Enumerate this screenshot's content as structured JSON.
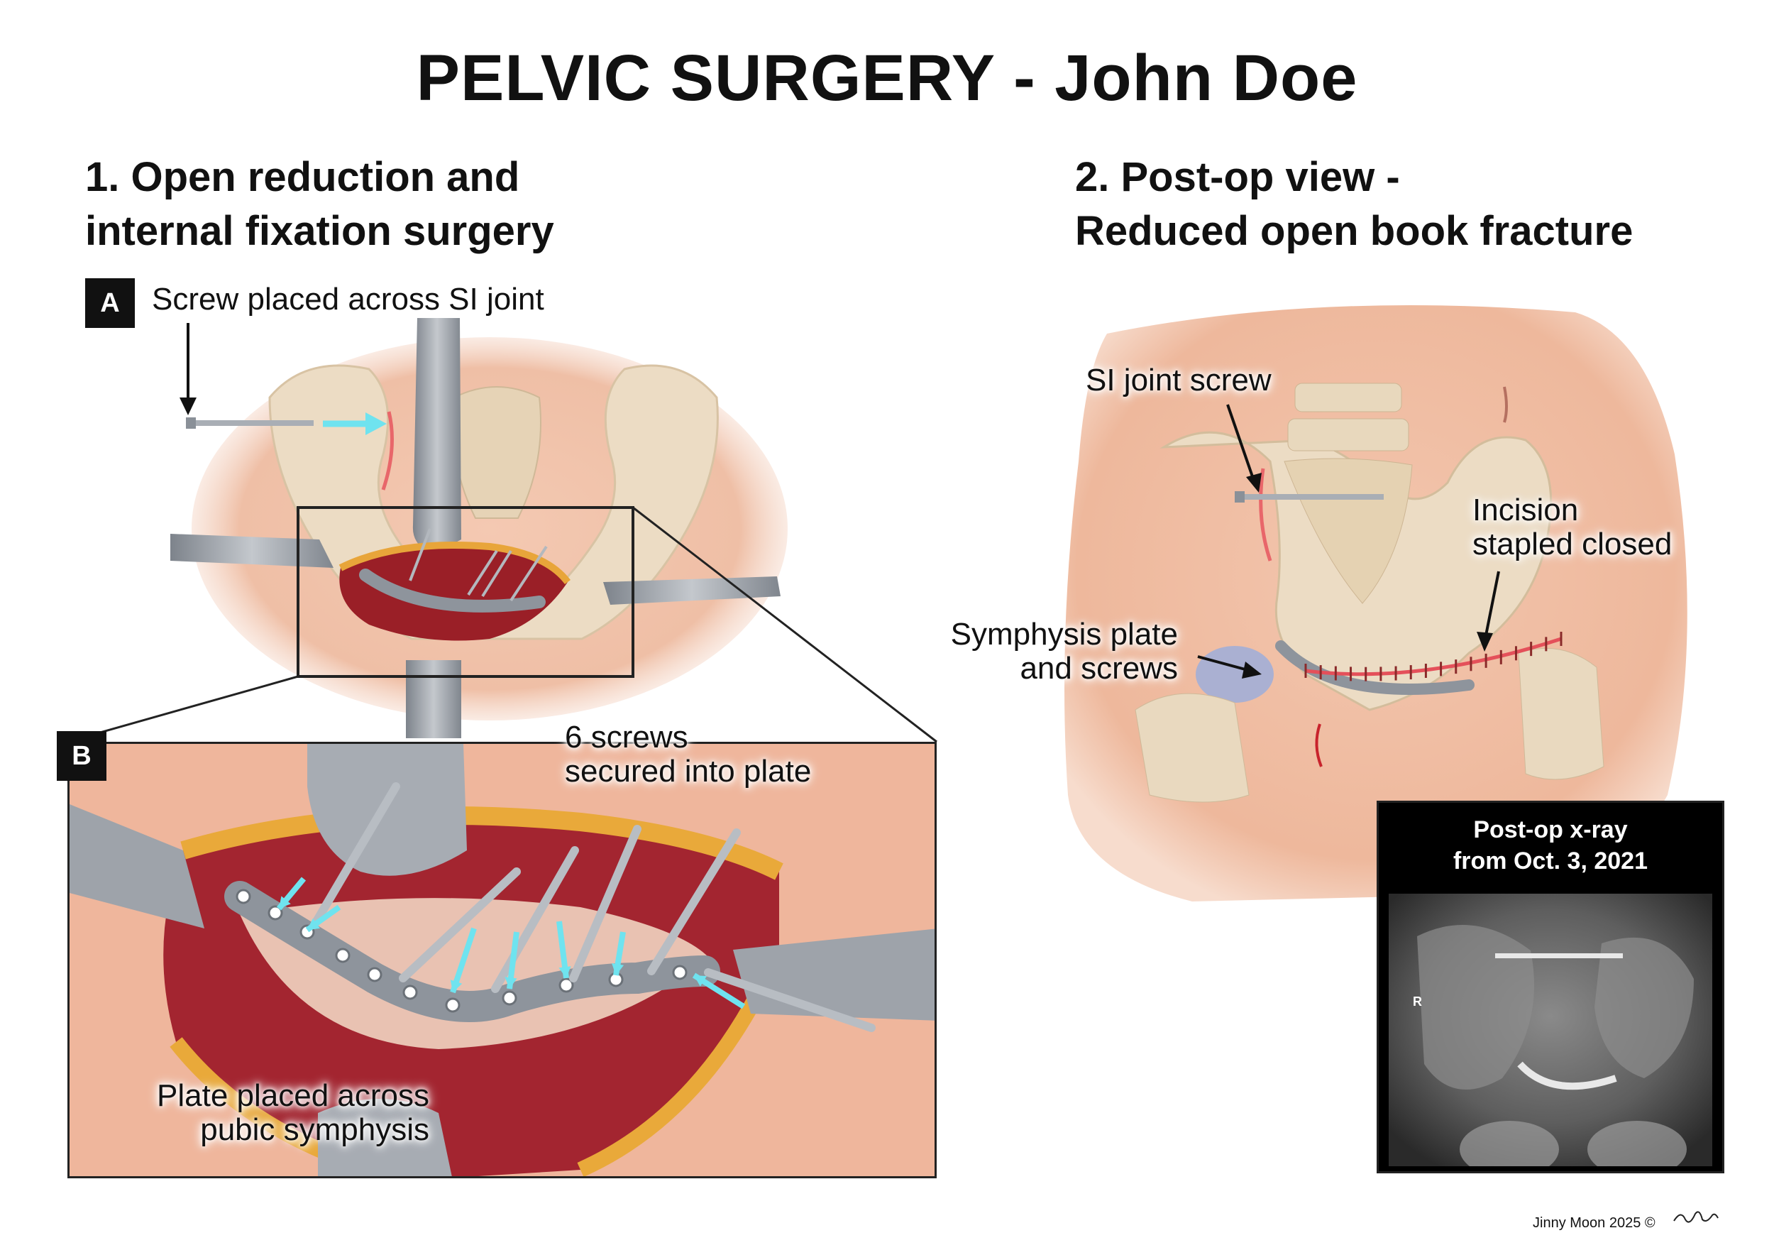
{
  "title": "PELVIC SURGERY - John Doe",
  "section1": {
    "heading_line1": "1. Open reduction and",
    "heading_line2": "internal fixation surgery"
  },
  "section2": {
    "heading_line1": "2. Post-op view -",
    "heading_line2": "Reduced open book fracture"
  },
  "panel_a": {
    "badge": "A",
    "label": "Screw placed across SI joint"
  },
  "panel_b": {
    "badge": "B",
    "screws_label_line1": "6 screws",
    "screws_label_line2": "secured into plate",
    "plate_label_line1": "Plate placed across",
    "plate_label_line2": "pubic symphysis"
  },
  "postop": {
    "si_screw_label": "SI joint screw",
    "incision_label_line1": "Incision",
    "incision_label_line2": "stapled closed",
    "symphysis_label_line1": "Symphysis plate",
    "symphysis_label_line2": "and screws"
  },
  "xray": {
    "title_line1": "Post-op x-ray",
    "title_line2": "from Oct. 3, 2021",
    "side_marker": "R"
  },
  "credit": "Jinny Moon 2025 ©",
  "colors": {
    "skin": "#f1c2a8",
    "bone": "#eadfc8",
    "retractor": "#9ea3aa",
    "wound": "#a8242b",
    "fat": "#e8a53a",
    "arrow_cyan": "#6fe3ef",
    "plate": "#8e949c"
  }
}
